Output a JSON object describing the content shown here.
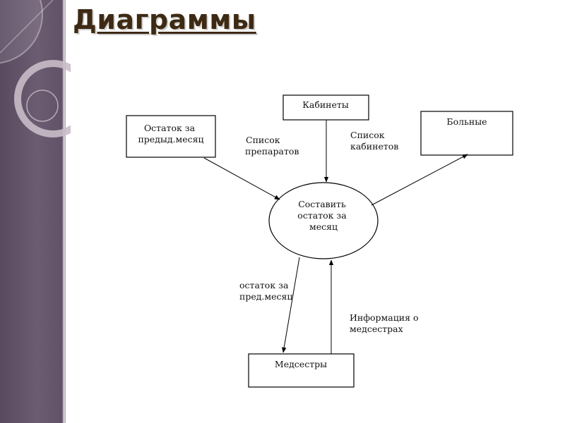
{
  "slide": {
    "title": "Диаграммы"
  },
  "colors": {
    "sidebar": "#594a60",
    "title": "#3e2a14",
    "stroke": "#000000"
  },
  "diagram": {
    "nodes": {
      "remainder_prev": [
        "Остаток за",
        "предыд.месяц"
      ],
      "rooms": [
        "Кабинеты"
      ],
      "patients": [
        "Больные"
      ],
      "process": [
        "Составить",
        "остаток за",
        "месяц"
      ],
      "nurses": [
        "Медсестры"
      ]
    },
    "flows": {
      "drug_list": [
        "Список",
        "препаратов"
      ],
      "room_list": [
        "Список",
        "кабинетов"
      ],
      "remainder_prev_month": [
        "остаток за",
        "пред.месяц"
      ],
      "nurse_info": [
        "Информация о",
        "медсестрах"
      ]
    }
  }
}
